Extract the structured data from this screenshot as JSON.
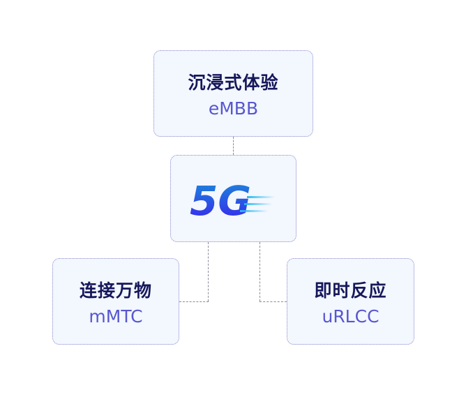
{
  "nodes": {
    "top": {
      "title": "沉浸式体验",
      "subtitle": "eMBB"
    },
    "center": {
      "logo_text": "5G"
    },
    "left": {
      "title": "连接万物",
      "subtitle": "mMTC"
    },
    "right": {
      "title": "即时反应",
      "subtitle": "uRLCC"
    }
  },
  "colors": {
    "title": "#16175a",
    "subtitle": "#5757cf",
    "border": "#8a86cf",
    "fill": "#f3f7fe"
  }
}
